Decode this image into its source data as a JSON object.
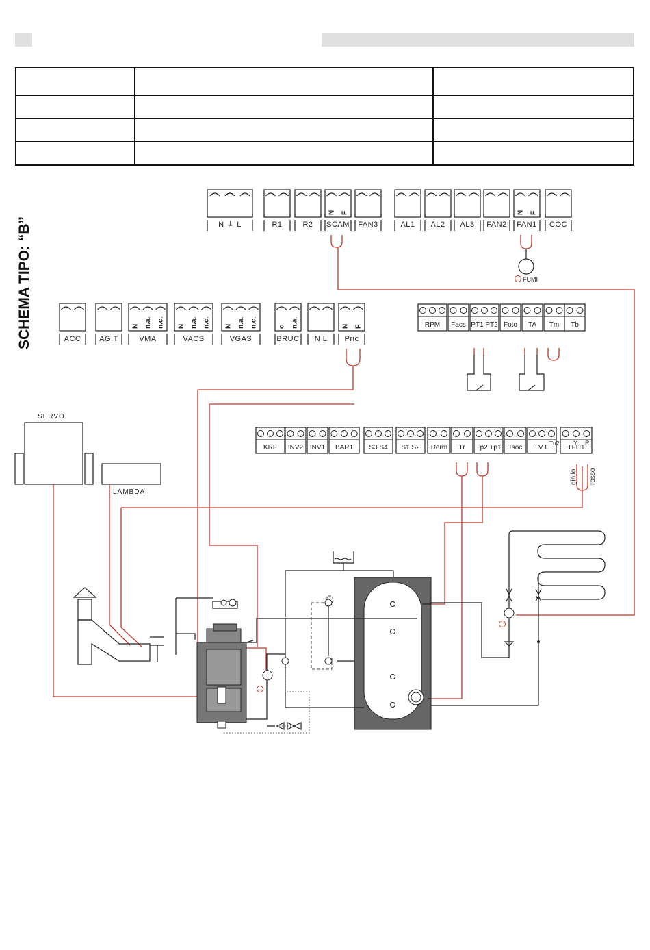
{
  "schema_title": "SCHEMA TIPO: “B”",
  "terminal_groups_top": [
    {
      "label": "N  ⏚  L",
      "slots": 3
    },
    {
      "label": "R1",
      "slots": 2
    },
    {
      "label": "R2",
      "slots": 2
    },
    {
      "label": "SCAM",
      "slots": 2,
      "v": [
        "N",
        "F"
      ]
    },
    {
      "label": "FAN3",
      "slots": 2
    },
    {
      "label": "AL1",
      "slots": 2
    },
    {
      "label": "AL2",
      "slots": 2
    },
    {
      "label": "AL3",
      "slots": 2
    },
    {
      "label": "FAN2",
      "slots": 2
    },
    {
      "label": "FAN1",
      "slots": 2,
      "v": [
        "N",
        "F"
      ]
    },
    {
      "label": "COC",
      "slots": 2
    }
  ],
  "terminal_groups_mid": [
    {
      "label": "ACC",
      "slots": 2
    },
    {
      "label": "AGIT",
      "slots": 2
    },
    {
      "label": "VMA",
      "slots": 3,
      "v": [
        "N",
        "n.a.",
        "n.c."
      ]
    },
    {
      "label": "VACS",
      "slots": 3,
      "v": [
        "N",
        "n.a.",
        "n.c."
      ]
    },
    {
      "label": "VGAS",
      "slots": 3,
      "v": [
        "N",
        "n.a.",
        "n.c."
      ]
    },
    {
      "label": "BRUC",
      "slots": 2,
      "v": [
        "c",
        "n.a."
      ]
    },
    {
      "label": "N  L",
      "slots": 2
    },
    {
      "label": "Pric",
      "slots": 2,
      "v": [
        "N",
        "F"
      ]
    }
  ],
  "sensor_groups_right": [
    "RPM",
    "Facs",
    "PT1 PT2",
    "Foto",
    "TA",
    "Tm",
    "Tb"
  ],
  "sensor_groups_bottom": [
    "KRF",
    "INV2",
    "INV1",
    "BAR1",
    "S3  S4",
    "S1  S2",
    "Tterm",
    "Tr",
    "Tp2 Tp1",
    "Tsoc",
    "LV L",
    "TFU1"
  ],
  "tfu_markers": {
    "tu2": "Tu2",
    "y": "Y",
    "r": "R"
  },
  "labels": {
    "fumi": "FUMI",
    "servo": "SERVO",
    "lambda": "LAMBDA",
    "giallo": "giallo",
    "rosso": "rosso"
  },
  "colors": {
    "wire": "#c0392b",
    "line": "#222222",
    "header_bar": "#e0e0e0"
  }
}
